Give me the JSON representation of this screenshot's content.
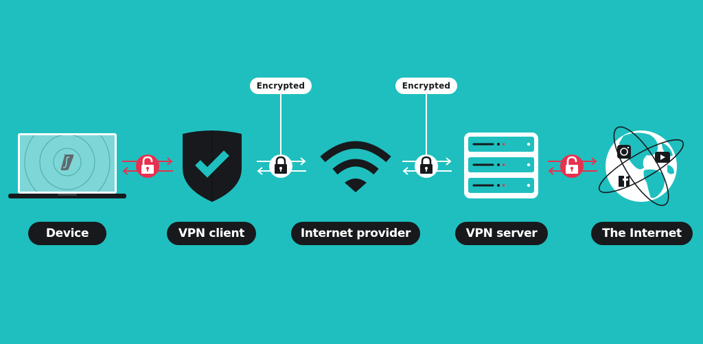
{
  "title": "How a VPN works",
  "colors": {
    "background": "#1fbfbf",
    "dark": "#17191c",
    "white": "#ffffff",
    "unencrypted": "#e8304f",
    "screen": "#7fd6d6"
  },
  "nodes": [
    {
      "id": "device",
      "label": "Device",
      "icon": "laptop-icon"
    },
    {
      "id": "vpn-client",
      "label": "VPN client",
      "icon": "shield-check-icon"
    },
    {
      "id": "internet-provider",
      "label": "Internet provider",
      "icon": "wifi-icon"
    },
    {
      "id": "vpn-server",
      "label": "VPN server",
      "icon": "server-icon"
    },
    {
      "id": "the-internet",
      "label": "The Internet",
      "icon": "globe-icon"
    }
  ],
  "links": [
    {
      "from": "device",
      "to": "vpn-client",
      "state": "unencrypted",
      "icon": "unlocked-padlock-icon"
    },
    {
      "from": "vpn-client",
      "to": "internet-provider",
      "state": "encrypted",
      "icon": "locked-padlock-icon",
      "callout": "Encrypted"
    },
    {
      "from": "internet-provider",
      "to": "vpn-server",
      "state": "encrypted",
      "icon": "locked-padlock-icon",
      "callout": "Encrypted"
    },
    {
      "from": "vpn-server",
      "to": "the-internet",
      "state": "unencrypted",
      "icon": "unlocked-padlock-icon"
    }
  ],
  "social_icons": [
    "instagram-icon",
    "youtube-icon",
    "facebook-icon"
  ]
}
